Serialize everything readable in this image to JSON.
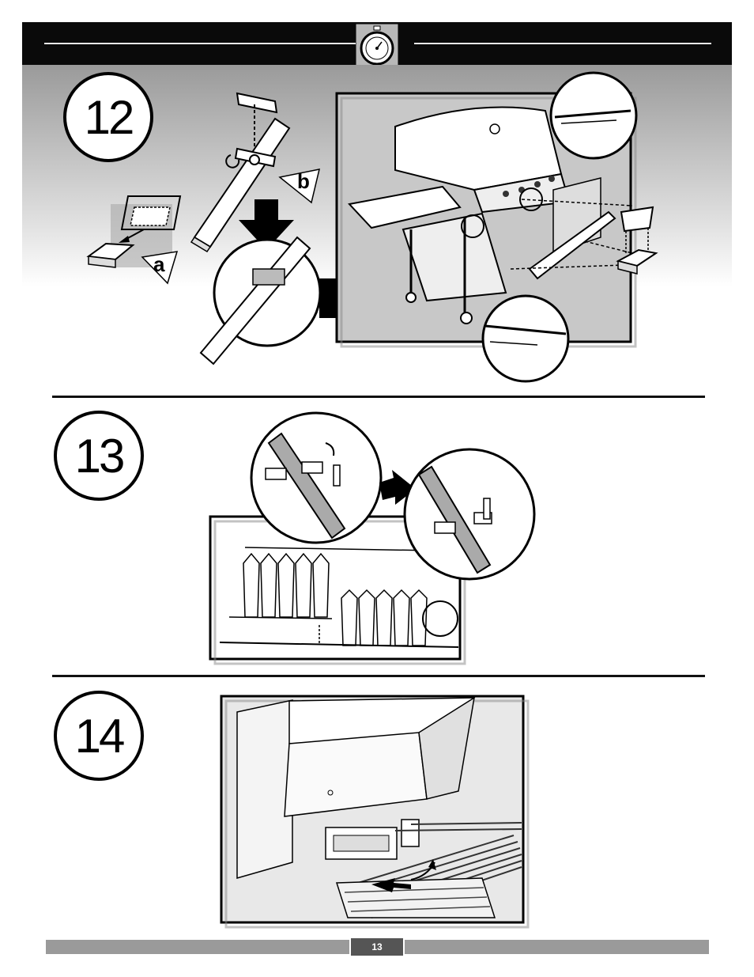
{
  "header": {
    "timer_icon": "stopwatch-icon"
  },
  "steps": [
    {
      "number": "12",
      "labels": {
        "a": "a",
        "b": "b"
      }
    },
    {
      "number": "13"
    },
    {
      "number": "14"
    }
  ],
  "footer": {
    "page_number": "13"
  },
  "colors": {
    "bar": "#0a0a0a",
    "footer_bar": "#9a9a9a",
    "page_tab": "#555555"
  }
}
